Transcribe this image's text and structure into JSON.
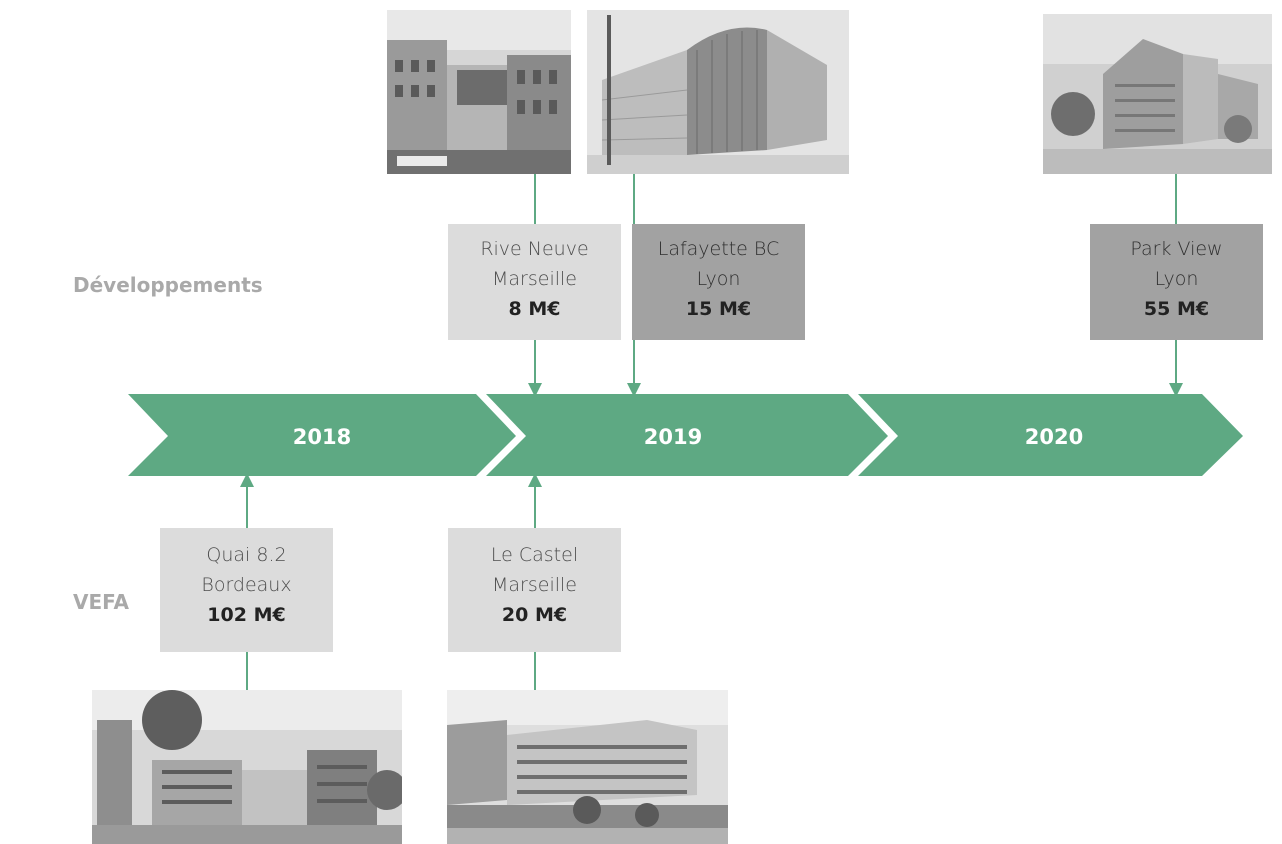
{
  "rows": {
    "top": "Développements",
    "bottom": "VEFA"
  },
  "years": [
    "2018",
    "2019",
    "2020"
  ],
  "projects": {
    "rive_neuve": {
      "name": "Rive Neuve",
      "city": "Marseille",
      "value": "8 M€"
    },
    "lafayette": {
      "name": "Lafayette BC",
      "city": "Lyon",
      "value": "15 M€"
    },
    "park_view": {
      "name": "Park View",
      "city": "Lyon",
      "value": "55 M€"
    },
    "quai": {
      "name": "Quai 8.2",
      "city": "Bordeaux",
      "value": "102 M€"
    },
    "castel": {
      "name": "Le Castel",
      "city": "Marseille",
      "value": "20 M€"
    }
  },
  "colors": {
    "arrow": "#5ea983",
    "connector": "#5ea983",
    "card_light": "#dcdcdc",
    "card_dark": "#a2a2a2",
    "label_gray": "#a9a9a9"
  }
}
